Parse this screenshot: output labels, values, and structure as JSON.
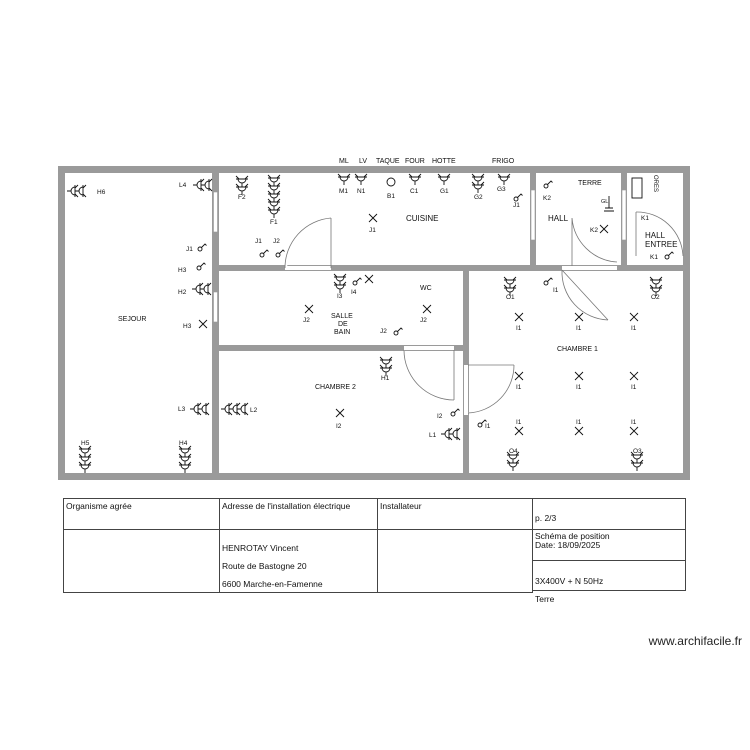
{
  "rooms": {
    "sejour": "SEJOUR",
    "cuisine": "CUISINE",
    "hall": "HALL",
    "hall_entree_1": "HALL",
    "hall_entree_2": "ENTREE",
    "wc": "WC",
    "salle_1": "SALLE",
    "salle_2": "DE",
    "salle_3": "BAIN",
    "chambre1": "CHAMBRE 1",
    "chambre2": "CHAMBRE 2"
  },
  "appliances": [
    "ML",
    "LV",
    "TAQUE",
    "FOUR",
    "HOTTE",
    "FRIGO",
    "TERRE"
  ],
  "codes": {
    "H6": "H6",
    "L4": "L4",
    "F2": "F2",
    "F1": "F1",
    "M1": "M1",
    "N1": "N1",
    "B1": "B1",
    "C1": "C1",
    "G1": "G1",
    "G2": "G2",
    "G3": "G3",
    "J1": "J1",
    "J2": "J2",
    "K2": "K2",
    "K1": "K1",
    "H3": "H3",
    "H2": "H2",
    "I3": "I3",
    "I4": "I4",
    "O1": "O1",
    "O2": "O2",
    "I1": "I1",
    "H1": "H1",
    "L3": "L3",
    "L2": "L2",
    "I2": "I2",
    "L1": "L1",
    "H5": "H5",
    "H4": "H4",
    "O4": "O4",
    "O3": "O3",
    "GL": "GL",
    "ORES": "ORES"
  },
  "title_block": {
    "org_header": "Organisme agrée",
    "addr_header": "Adresse de l'installation électrique",
    "installer_header": "Installateur",
    "page": "p. 2/3",
    "doc_title": "Schéma de position",
    "addr_line1": "HENROTAY Vincent",
    "addr_line2": "Route de Bastogne 20",
    "addr_line3": "6600 Marche-en-Famenne",
    "date": "Date: 18/09/2025",
    "supply": "3X400V + N  50Hz",
    "earth": "Terre"
  },
  "watermark": "www.archifacile.fr"
}
